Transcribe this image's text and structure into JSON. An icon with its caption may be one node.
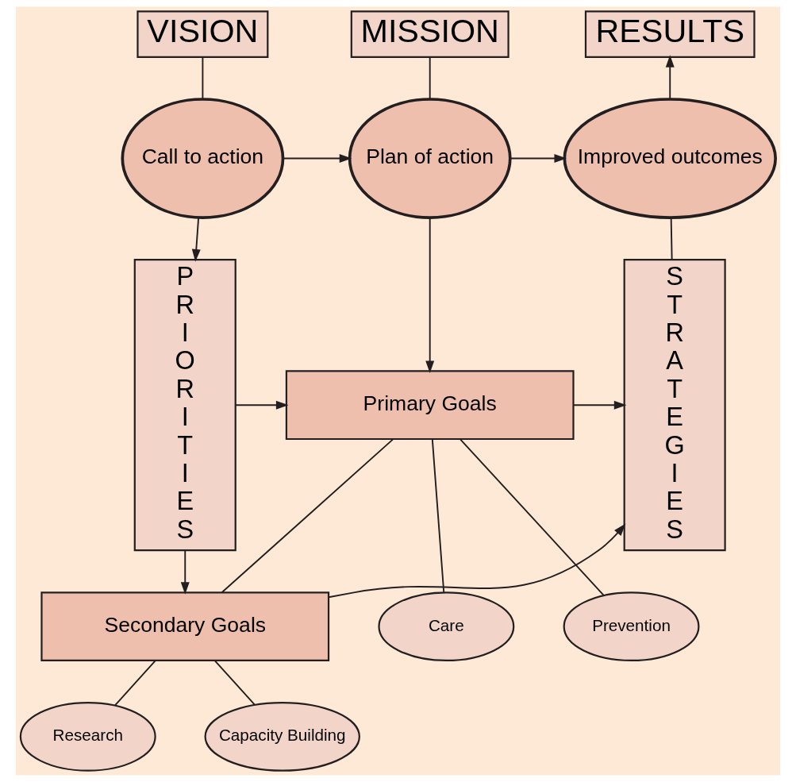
{
  "diagram": {
    "nodes": [
      {
        "text": [
          "VISION"
        ]
      },
      {
        "text": [
          "MISSION"
        ]
      },
      {
        "text": [
          "RESULTS"
        ]
      },
      {
        "text": [
          "Call to action"
        ]
      },
      {
        "text": [
          "Plan of action"
        ]
      },
      {
        "text": [
          "Improved outcomes"
        ]
      },
      {
        "text": [
          "PRIORITIES"
        ]
      },
      {
        "text": [
          "Primary Goals"
        ]
      },
      {
        "text": [
          "Care"
        ]
      },
      {
        "text": [
          "Prevention"
        ]
      },
      {
        "text": [
          "Secondary Goals"
        ]
      },
      {
        "text": [
          "Research"
        ]
      },
      {
        "text": [
          "Capacity Building"
        ]
      },
      {
        "text": [
          "STRATEGIES"
        ]
      }
    ],
    "edges": [
      {
        "from": 0,
        "to": 3,
        "arrow": "none"
      },
      {
        "from": 1,
        "to": 4,
        "arrow": "none"
      },
      {
        "from": 5,
        "to": 2,
        "arrow": "to"
      },
      {
        "from": 3,
        "to": 4,
        "arrow": "to"
      },
      {
        "from": 4,
        "to": 5,
        "arrow": "to"
      },
      {
        "from": 3,
        "to": 6,
        "arrow": "to"
      },
      {
        "from": 4,
        "to": 7,
        "arrow": "to"
      },
      {
        "from": 6,
        "to": 7,
        "arrow": "to"
      },
      {
        "from": 7,
        "to": 13,
        "arrow": "to"
      },
      {
        "from": 5,
        "to": 13,
        "arrow": "none"
      },
      {
        "from": 7,
        "to": 8,
        "arrow": "none"
      },
      {
        "from": 7,
        "to": 9,
        "arrow": "none"
      },
      {
        "from": 7,
        "to": 10,
        "arrow": "none"
      },
      {
        "from": 6,
        "to": 10,
        "arrow": "to"
      },
      {
        "from": 10,
        "to": 13,
        "arrow": "to"
      },
      {
        "from": 10,
        "to": 11,
        "arrow": "none"
      },
      {
        "from": 10,
        "to": 12,
        "arrow": "none"
      }
    ]
  }
}
